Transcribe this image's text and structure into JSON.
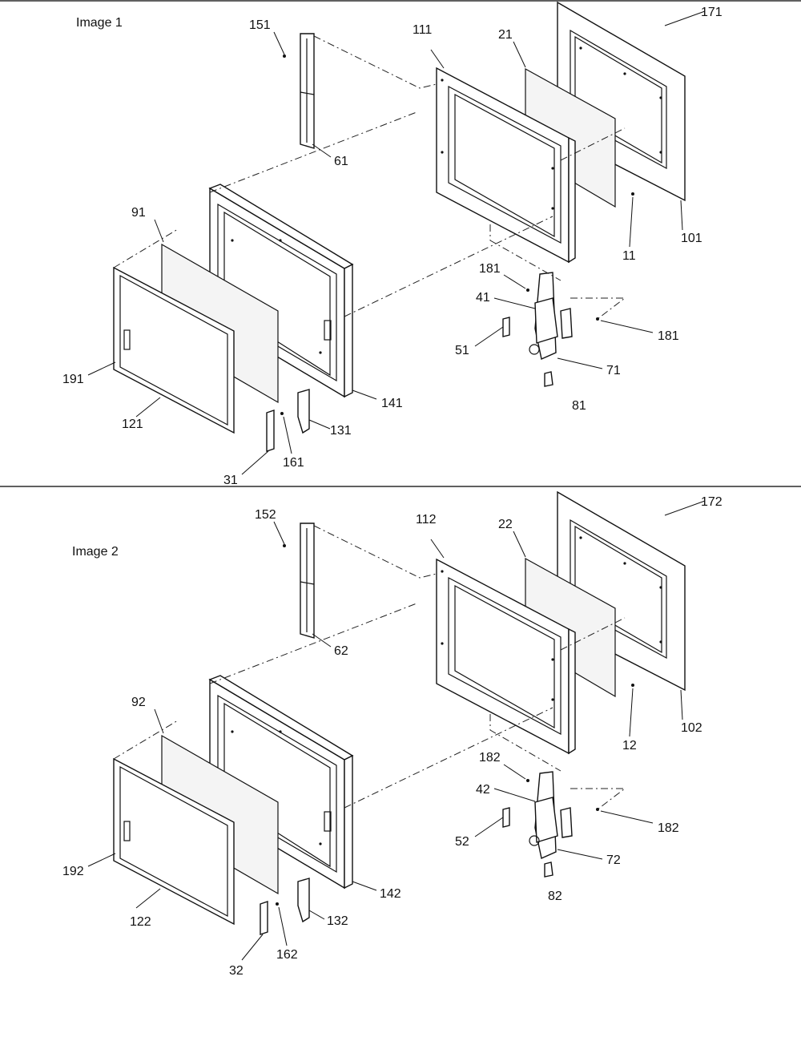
{
  "panels": [
    {
      "title": "Image 1",
      "labels": {
        "151": "151",
        "111": "111",
        "21": "21",
        "171": "171",
        "61": "61",
        "91": "91",
        "101": "101",
        "11": "11",
        "181a": "181",
        "181b": "181",
        "41": "41",
        "51": "51",
        "71": "71",
        "191": "191",
        "141": "141",
        "81": "81",
        "121": "121",
        "131": "131",
        "161": "161",
        "31": "31"
      }
    },
    {
      "title": "Image 2",
      "labels": {
        "151": "152",
        "111": "112",
        "21": "22",
        "171": "172",
        "61": "62",
        "91": "92",
        "101": "102",
        "11": "12",
        "181a": "182",
        "181b": "182",
        "41": "42",
        "51": "52",
        "71": "72",
        "191": "192",
        "141": "142",
        "81": "82",
        "121": "122",
        "131": "132",
        "161": "162",
        "31": "32"
      }
    }
  ]
}
